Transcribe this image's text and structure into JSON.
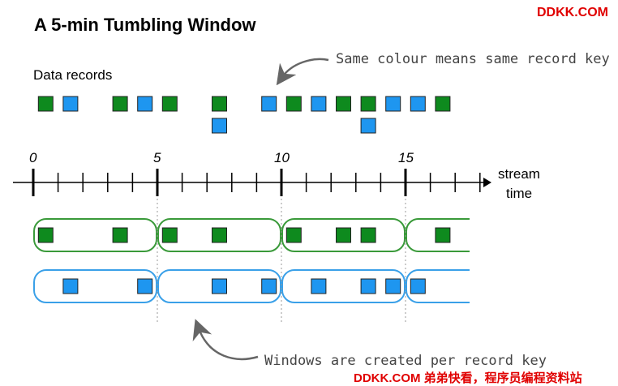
{
  "title": "A 5-min Tumbling Window",
  "data_records_label": "Data records",
  "axis": {
    "label_line1": "stream",
    "label_line2": "time",
    "tick_labels": [
      "0",
      "5",
      "10",
      "15"
    ]
  },
  "annotations": {
    "colour": "Same colour means same record key",
    "windows": "Windows are created per record key"
  },
  "watermark": {
    "top": "DDKK.COM",
    "bottom": "DDKK.COM 弟弟快看，程序员编程资料站"
  },
  "colors": {
    "green": "#0e8a1e",
    "blue": "#1e96f0",
    "green_window_border": "#3a9a3a",
    "blue_window_border": "#3aa0e8",
    "watermark": "#e00000"
  },
  "records": [
    {
      "time": 0.5,
      "stack": [
        {
          "key": "green"
        }
      ]
    },
    {
      "time": 1.5,
      "stack": [
        {
          "key": "blue"
        }
      ]
    },
    {
      "time": 3.5,
      "stack": [
        {
          "key": "green"
        }
      ]
    },
    {
      "time": 4.5,
      "stack": [
        {
          "key": "blue"
        }
      ]
    },
    {
      "time": 5.5,
      "stack": [
        {
          "key": "green"
        }
      ]
    },
    {
      "time": 7.5,
      "stack": [
        {
          "key": "green"
        },
        {
          "key": "blue"
        }
      ]
    },
    {
      "time": 9.5,
      "stack": [
        {
          "key": "blue"
        }
      ]
    },
    {
      "time": 10.5,
      "stack": [
        {
          "key": "green"
        }
      ]
    },
    {
      "time": 11.5,
      "stack": [
        {
          "key": "blue"
        }
      ]
    },
    {
      "time": 12.5,
      "stack": [
        {
          "key": "green"
        }
      ]
    },
    {
      "time": 13.5,
      "stack": [
        {
          "key": "green"
        },
        {
          "key": "blue"
        }
      ]
    },
    {
      "time": 14.5,
      "stack": [
        {
          "key": "blue"
        }
      ]
    },
    {
      "time": 15.5,
      "stack": [
        {
          "key": "blue"
        }
      ]
    },
    {
      "time": 16.5,
      "stack": [
        {
          "key": "green"
        }
      ]
    }
  ],
  "window_rows": [
    {
      "key": "green",
      "windows": [
        {
          "start": 0,
          "end": 5,
          "records": [
            0.5,
            3.5
          ]
        },
        {
          "start": 5,
          "end": 10,
          "records": [
            5.5,
            7.5
          ]
        },
        {
          "start": 10,
          "end": 15,
          "records": [
            10.5,
            12.5,
            13.5
          ]
        },
        {
          "start": 15,
          "end": 20,
          "records": [
            16.5
          ]
        }
      ]
    },
    {
      "key": "blue",
      "windows": [
        {
          "start": 0,
          "end": 5,
          "records": [
            1.5,
            4.5
          ]
        },
        {
          "start": 5,
          "end": 10,
          "records": [
            7.5,
            9.5
          ]
        },
        {
          "start": 10,
          "end": 15,
          "records": [
            11.5,
            13.5,
            14.5
          ]
        },
        {
          "start": 15,
          "end": 20,
          "records": [
            15.5
          ]
        }
      ]
    }
  ]
}
